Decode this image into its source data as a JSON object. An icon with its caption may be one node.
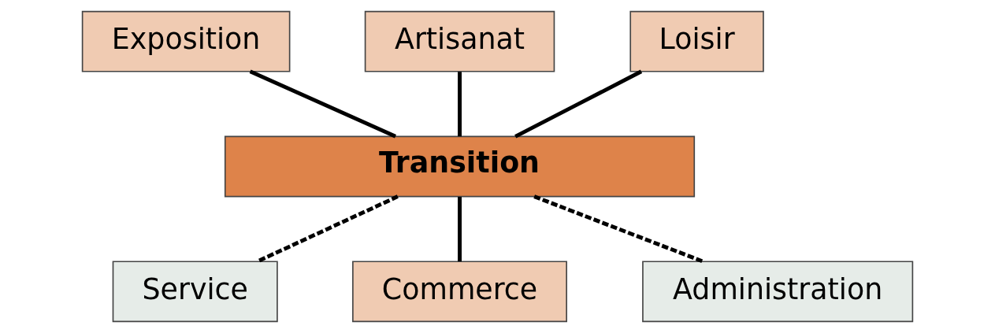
{
  "diagram": {
    "nodes": [
      {
        "text": [
          "Exposition"
        ]
      },
      {
        "text": [
          "Artisanat"
        ]
      },
      {
        "text": [
          "Loisir"
        ]
      },
      {
        "text": [
          "Transition"
        ]
      },
      {
        "text": [
          "Service"
        ]
      },
      {
        "text": [
          "Commerce"
        ]
      },
      {
        "text": [
          "Administration"
        ]
      }
    ],
    "edges": [
      {
        "from": 0,
        "to": 3,
        "arrow": "none"
      },
      {
        "from": 1,
        "to": 3,
        "arrow": "none"
      },
      {
        "from": 2,
        "to": 3,
        "arrow": "none"
      },
      {
        "from": 3,
        "to": 4,
        "arrow": "none",
        "style": "dashed"
      },
      {
        "from": 3,
        "to": 5,
        "arrow": "none"
      },
      {
        "from": 3,
        "to": 6,
        "arrow": "none",
        "style": "dashed"
      }
    ]
  }
}
